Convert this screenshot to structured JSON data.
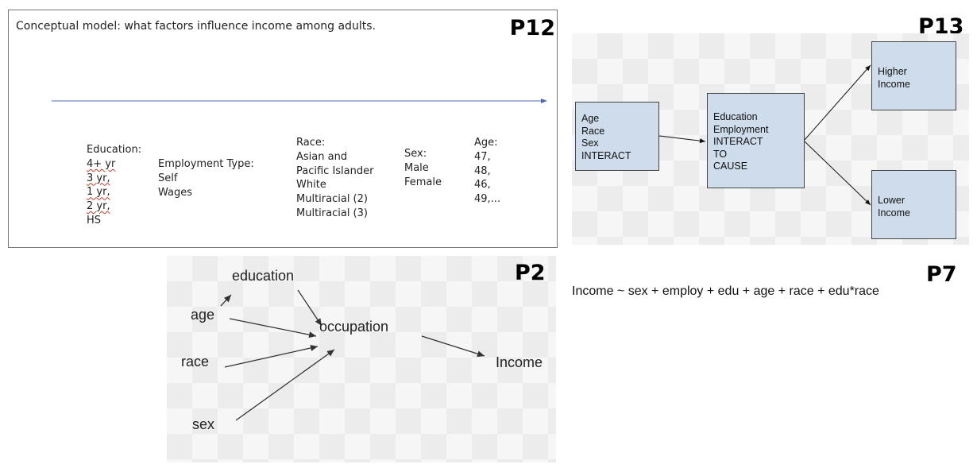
{
  "p12": {
    "tag": "P12",
    "title": "Conceptual model: what factors influence income among adults.",
    "education": {
      "header": "Education:",
      "items": [
        "4+ yr",
        "3 yr,",
        "1 yr,",
        "2 yr,",
        "HS"
      ]
    },
    "employment": {
      "header": "Employment Type:",
      "items": [
        "Self",
        "Wages"
      ]
    },
    "race": {
      "header": "Race:",
      "items": [
        "Asian and",
        "Pacific Islander",
        "White",
        "Multiracial (2)",
        "Multiracial (3)"
      ]
    },
    "sex": {
      "header": "Sex:",
      "items": [
        "Male",
        "Female"
      ]
    },
    "age": {
      "header": "Age:",
      "items": [
        "47,",
        "48,",
        "46,",
        "49,..."
      ]
    },
    "colors": {
      "arrow": "#4a6ab8"
    }
  },
  "p13": {
    "tag": "P13",
    "boxes": {
      "left": [
        "Age",
        "Race",
        "Sex",
        "INTERACT"
      ],
      "middle": [
        "Education",
        "Employment",
        "INTERACT",
        "TO",
        "CAUSE"
      ],
      "top_right": [
        "Higher",
        "Income"
      ],
      "bottom_right": [
        "Lower",
        "Income"
      ]
    },
    "colors": {
      "box_fill": "#cfdcec"
    }
  },
  "p2": {
    "tag": "P2",
    "nodes": {
      "education": "education",
      "age": "age",
      "race": "race",
      "sex": "sex",
      "occupation": "occupation",
      "income": "Income"
    }
  },
  "p7": {
    "tag": "P7",
    "formula": "Income ~ sex + employ + edu + age + race + edu*race"
  }
}
